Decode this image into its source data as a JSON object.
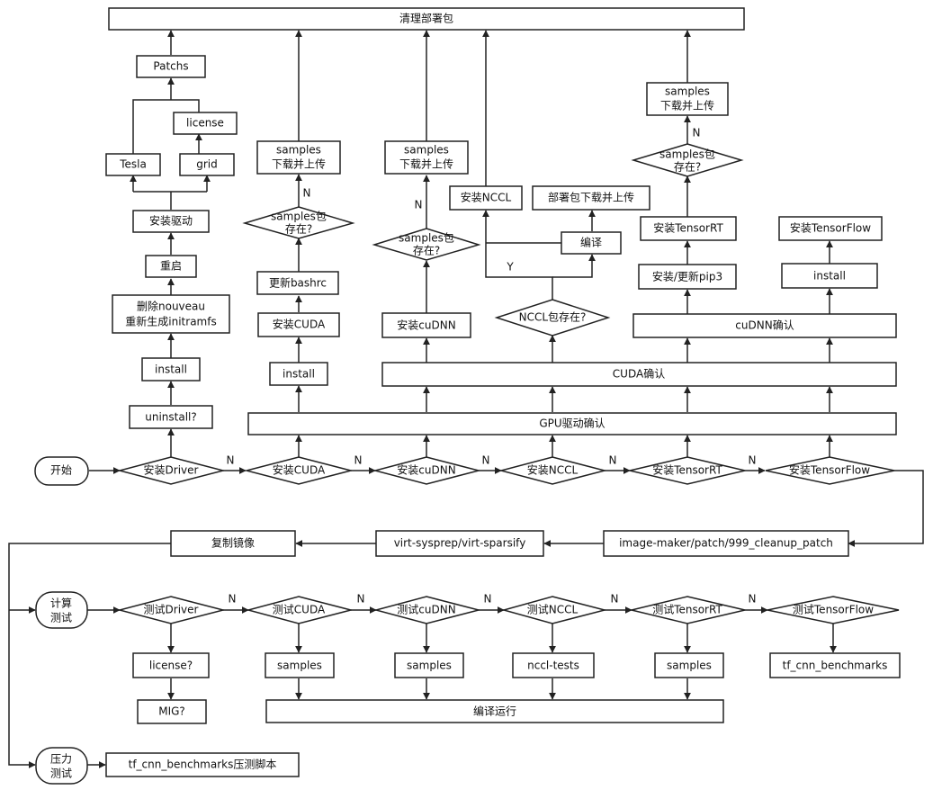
{
  "nodes": {
    "cleanup": "清理部署包",
    "patchs": "Patchs",
    "license": "license",
    "tesla": "Tesla",
    "grid": "grid",
    "install_driver": "安装驱动",
    "reboot": "重启",
    "remove_nouveau": [
      "删除nouveau",
      "重新生成initramfs"
    ],
    "install_drv": "install",
    "uninstall": "uninstall?",
    "samples_cuda": [
      "samples",
      "下载并上传"
    ],
    "samples_pkg_cuda": [
      "samples包",
      "存在?"
    ],
    "update_bashrc": "更新bashrc",
    "install_cuda_box": "安装CUDA",
    "install_cuda": "install",
    "samples_cudnn": [
      "samples",
      "下载并上传"
    ],
    "samples_pkg_cudnn": [
      "samples包",
      "存在?"
    ],
    "install_cudnn_box": "安装cuDNN",
    "install_nccl_box": "安装NCCL",
    "deploy_pkg": "部署包下载并上传",
    "compile": "编译",
    "nccl_pkg": "NCCL包存在?",
    "samples_trt": [
      "samples",
      "下载并上传"
    ],
    "samples_pkg_trt": [
      "samples包",
      "存在?"
    ],
    "install_trt_box": "安装TensorRT",
    "install_pip3": "安装/更新pip3",
    "install_tf_box": "安装TensorFlow",
    "install_tf": "install",
    "cudnn_confirm": "cuDNN确认",
    "cuda_confirm": "CUDA确认",
    "gpu_confirm": "GPU驱动确认",
    "start": "开始",
    "d_driver": "安装Driver",
    "d_cuda": "安装CUDA",
    "d_cudnn": "安装cuDNN",
    "d_nccl": "安装NCCL",
    "d_trt": "安装TensorRT",
    "d_tf": "安装TensorFlow",
    "image_maker": "image-maker/patch/999_cleanup_patch",
    "virt": "virt-sysprep/virt-sparsify",
    "copy_image": "复制镜像",
    "compute_test": [
      "计算",
      "测试"
    ],
    "t_driver": "测试Driver",
    "t_cuda": "测试CUDA",
    "t_cudnn": "测试cuDNN",
    "t_nccl": "测试NCCL",
    "t_trt": "测试TensorRT",
    "t_tf": "测试TensorFlow",
    "license_q": "license?",
    "mig_q": "MIG?",
    "t_samples_cuda": "samples",
    "t_samples_cudnn": "samples",
    "nccl_tests": "nccl-tests",
    "t_samples_trt": "samples",
    "tf_bench": "tf_cnn_benchmarks",
    "compile_run": "编译运行",
    "stress_test": [
      "压力",
      "测试"
    ],
    "stress_script": "tf_cnn_benchmarks压测脚本"
  },
  "edge_labels": {
    "n": "N",
    "y": "Y"
  }
}
